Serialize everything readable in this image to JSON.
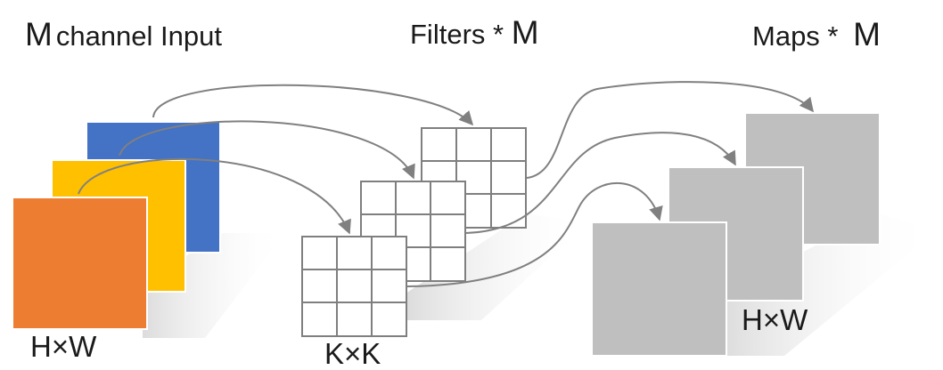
{
  "headers": {
    "input_m": "M",
    "input_rest": "channel Input",
    "filters_text": "Filters * ",
    "filters_m": "M",
    "maps_text": "Maps * ",
    "maps_m": "M"
  },
  "dims": {
    "input": "H×W",
    "filter": "K×K",
    "maps": "H×W"
  },
  "colors": {
    "channel_blue": "#4472C4",
    "channel_yellow": "#FFC000",
    "channel_orange": "#ED7D31",
    "map_gray": "#BFBFBF",
    "grid_line": "#7f7f7f",
    "arrow": "#808080"
  },
  "structure": {
    "input_channels": 3,
    "filters": 3,
    "feature_maps": 3,
    "filter_grid": [
      3,
      3
    ]
  }
}
